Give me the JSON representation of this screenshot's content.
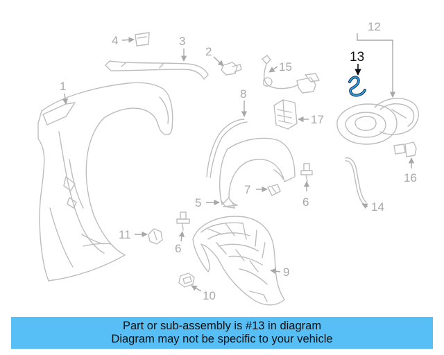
{
  "diagram": {
    "highlighted_part": "13",
    "callouts": [
      "1",
      "2",
      "3",
      "4",
      "5",
      "6",
      "6",
      "6",
      "7",
      "8",
      "9",
      "10",
      "11",
      "12",
      "13",
      "14",
      "15",
      "16",
      "17"
    ],
    "colors": {
      "parts": "#bdbdbd",
      "labels": "#a8a8a8",
      "highlight_part": "#2a9fe0",
      "highlight_label": "#111111",
      "banner": "#57bff5"
    }
  },
  "banner": {
    "line1": "Part or sub-assembly is #13 in diagram",
    "line2": "Diagram may not be specific to your vehicle"
  }
}
